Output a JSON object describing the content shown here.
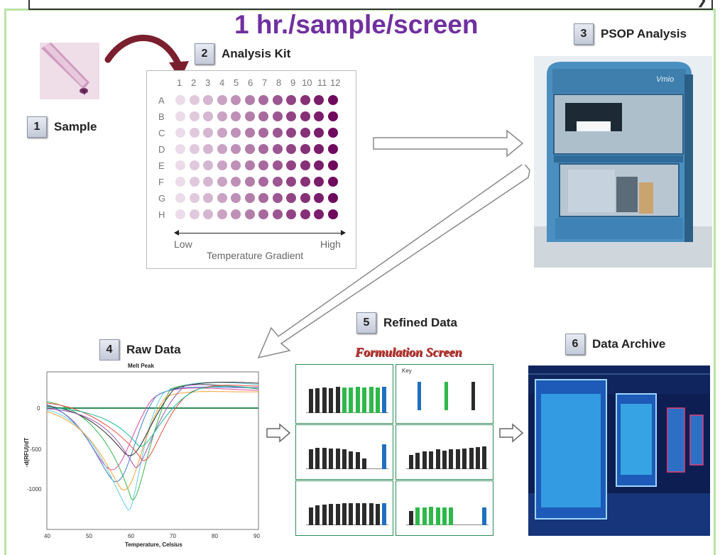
{
  "headline": "1 hr./sample/screen",
  "steps": [
    {
      "number": "1",
      "label": "Sample"
    },
    {
      "number": "2",
      "label": "Analysis Kit"
    },
    {
      "number": "3",
      "label": "PSOP Analysis"
    },
    {
      "number": "4",
      "label": "Raw Data"
    },
    {
      "number": "5",
      "label": "Refined Data"
    },
    {
      "number": "6",
      "label": "Data Archive"
    }
  ],
  "analysis_kit": {
    "columns": [
      "1",
      "2",
      "3",
      "4",
      "5",
      "6",
      "7",
      "8",
      "9",
      "10",
      "11",
      "12"
    ],
    "rows": [
      "A",
      "B",
      "C",
      "D",
      "E",
      "F",
      "G",
      "H"
    ],
    "low_label": "Low",
    "high_label": "High",
    "gradient_label": "Temperature Gradient",
    "dot_color_low": "#ecdcea",
    "dot_color_high": "#6f0a5e"
  },
  "instrument": {
    "brand_text": "Vmio"
  },
  "raw_data_chart": {
    "title": "Melt Peak",
    "xlabel": "Temperature, Celsius",
    "ylabel": "-d(RFU)/dT",
    "x_ticks": [
      "40",
      "50",
      "60",
      "70",
      "80",
      "90"
    ],
    "y_ticks": [
      "0",
      "-500",
      "-1000"
    ]
  },
  "refined_data": {
    "title": "Formulation Screen",
    "key_label": "Key",
    "title_color": "#c0392b",
    "accent_green": "#2fb84a",
    "accent_blue": "#1f6fc0",
    "dark_bar": "#2b2b2b"
  },
  "colors": {
    "headline": "#7030a0",
    "frame": "#b7e3a3",
    "curved_arrow": "#7a1f2e"
  }
}
